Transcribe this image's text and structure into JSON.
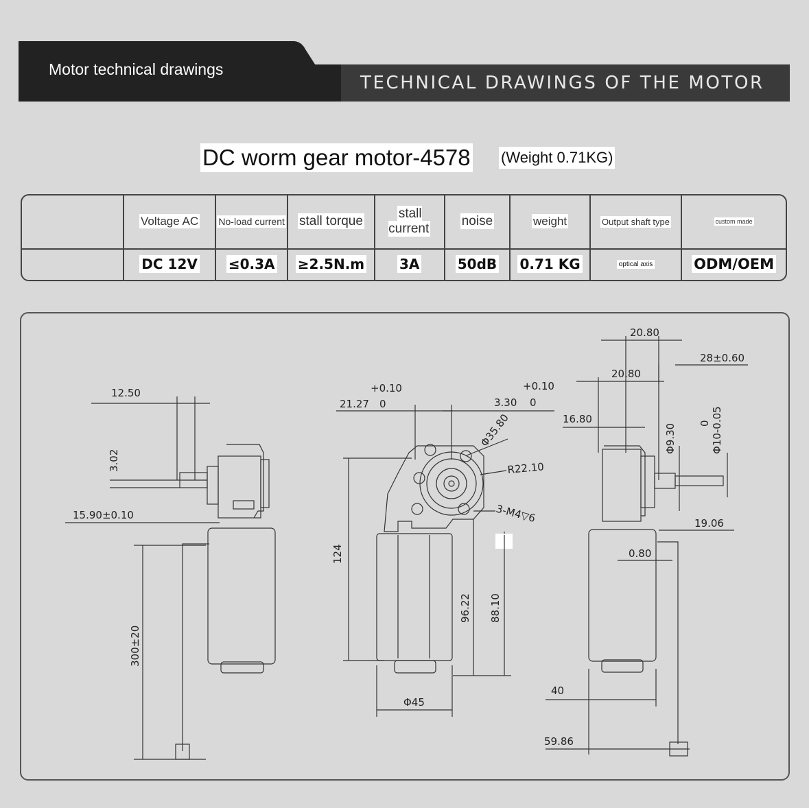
{
  "banner": {
    "left_label": "Motor technical drawings",
    "right_title": "TECHNICAL DRAWINGS OF THE MOTOR"
  },
  "product": {
    "title": "DC worm gear motor-4578",
    "weight_note": "(Weight 0.71KG)"
  },
  "spec_table": {
    "headers": [
      "Voltage AC",
      "No-load current",
      "stall torque",
      "stall current",
      "noise",
      "weight",
      "Output shaft type",
      "custom made"
    ],
    "values": [
      "DC 12V",
      "≤0.3A",
      "≥2.5N.m",
      "3A",
      "50dB",
      "0.71 KG",
      "optical axis",
      "ODM/OEM"
    ]
  },
  "dimensions": {
    "left_view": {
      "width_top": "12.50",
      "shaft_h": "3.02",
      "shaft_len": "15.90±0.10",
      "lead_len": "300±20"
    },
    "front_view": {
      "tol_left": "+0.10",
      "dim_left": "21.27",
      "zero_left": "0",
      "tol_right": "+0.10",
      "dim_right": "3.30",
      "zero_right": "0",
      "flange_dia": "Φ35.80",
      "radius": "R22.10",
      "holes": "3-M4▽6",
      "height_total": "124",
      "height_a": "96.22",
      "height_b": "88.10",
      "body_dia": "Φ45"
    },
    "right_view": {
      "top_a": "20.80",
      "top_b": "20.80",
      "tol": "28±0.60",
      "w1": "16.80",
      "shaft_d": "Φ9.30",
      "shaft_tol_zero": "0",
      "shaft_tol": "Φ10-0.05",
      "w2": "19.06",
      "gap": "0.80",
      "b1": "40",
      "b2": "59.86"
    }
  }
}
